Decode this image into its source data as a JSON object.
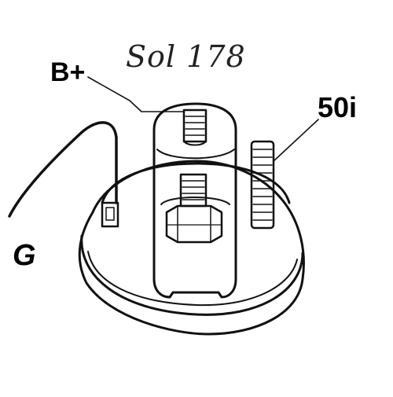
{
  "diagram": {
    "title": "Sol 178",
    "labels": {
      "battery_terminal": "B+",
      "ignition_terminal": "50i",
      "ground_terminal": "G"
    }
  }
}
